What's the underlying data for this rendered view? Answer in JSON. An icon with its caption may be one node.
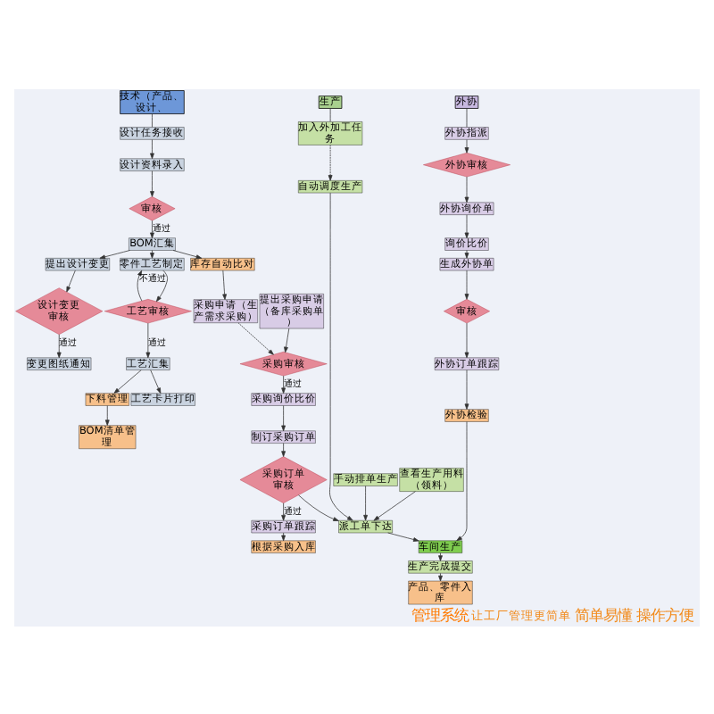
{
  "diagram": {
    "nodes": [
      {
        "text": [
          "技术（产品、设计、"
        ]
      },
      {
        "text": [
          "生产"
        ]
      },
      {
        "text": [
          "外协"
        ]
      },
      {
        "text": [
          "设计任务接收"
        ]
      },
      {
        "text": [
          "设计资料录入"
        ]
      },
      {
        "text": [
          "审核"
        ]
      },
      {
        "text": [
          "BOM汇集"
        ]
      },
      {
        "text": [
          "提出设计变更"
        ]
      },
      {
        "text": [
          "设计变更审核"
        ]
      },
      {
        "text": [
          "变更图纸通知"
        ]
      },
      {
        "text": [
          "零件工艺制定"
        ]
      },
      {
        "text": [
          "工艺审核"
        ]
      },
      {
        "text": [
          "工艺汇集"
        ]
      },
      {
        "text": [
          "工艺卡片打印"
        ]
      },
      {
        "text": [
          "库存自动比对"
        ]
      },
      {
        "text": [
          "采购申请（生产需求采购）"
        ]
      },
      {
        "text": [
          "提出采购申请（备库采购单）"
        ]
      },
      {
        "text": [
          "采购审核"
        ]
      },
      {
        "text": [
          "采购询价比价"
        ]
      },
      {
        "text": [
          "制订采购订单"
        ]
      },
      {
        "text": [
          "采购订单审核"
        ]
      },
      {
        "text": [
          "采购订单跟踪"
        ]
      },
      {
        "text": [
          "根据采购入库"
        ]
      },
      {
        "text": [
          "产品、零件入库"
        ]
      },
      {
        "text": [
          "加入外加工任务"
        ]
      },
      {
        "text": [
          "自动调度生产"
        ]
      },
      {
        "text": [
          "手动排单生产"
        ]
      },
      {
        "text": [
          "查看生产用料（领料）"
        ]
      },
      {
        "text": [
          "派工单下达"
        ]
      },
      {
        "text": [
          "车间生产"
        ]
      },
      {
        "text": [
          "生产完成提交"
        ]
      },
      {
        "text": [
          "外协指派"
        ]
      },
      {
        "text": [
          "外协审核"
        ]
      },
      {
        "text": [
          "外协询价单"
        ]
      },
      {
        "text": [
          "询价比价"
        ]
      },
      {
        "text": [
          "生成外协单"
        ]
      },
      {
        "text": [
          "审核"
        ]
      },
      {
        "text": [
          "外协订单跟踪"
        ]
      },
      {
        "text": [
          "外协检验"
        ]
      },
      {
        "text": [
          "下料管理"
        ]
      },
      {
        "text": [
          "BOM清单管理"
        ]
      }
    ],
    "edges": [
      {
        "from": 0,
        "to": 3,
        "arrow": "none"
      },
      {
        "from": 1,
        "to": 24,
        "arrow": "none"
      },
      {
        "from": 2,
        "to": 31,
        "arrow": "none"
      },
      {
        "from": 3,
        "to": 4,
        "arrow": "to"
      },
      {
        "from": 4,
        "to": 5,
        "arrow": "to"
      },
      {
        "from": 5,
        "to": 6,
        "label": "通过",
        "arrow": "to"
      },
      {
        "from": 6,
        "to": 7,
        "arrow": "to"
      },
      {
        "from": 7,
        "to": 8,
        "arrow": "to"
      },
      {
        "from": 8,
        "to": 9,
        "label": "通过",
        "arrow": "to"
      },
      {
        "from": 6,
        "to": 10,
        "arrow": "to"
      },
      {
        "from": 10,
        "to": 11,
        "arrow": "to"
      },
      {
        "from": 11,
        "to": 12,
        "label": "通过",
        "arrow": "to"
      },
      {
        "from": 11,
        "to": 10,
        "label": "不通过",
        "arrow": "to"
      },
      {
        "from": 12,
        "to": 13,
        "arrow": "to"
      },
      {
        "from": 6,
        "to": 14,
        "arrow": "to"
      },
      {
        "from": 14,
        "to": 15,
        "arrow": "to"
      },
      {
        "from": 16,
        "to": 17,
        "arrow": "to"
      },
      {
        "from": 15,
        "to": 17,
        "arrow": "to",
        "style": "dashed"
      },
      {
        "from": 17,
        "to": 18,
        "label": "通过",
        "arrow": "to"
      },
      {
        "from": 18,
        "to": 19,
        "arrow": "to"
      },
      {
        "from": 19,
        "to": 20,
        "arrow": "to"
      },
      {
        "from": 20,
        "to": 21,
        "label": "通过",
        "arrow": "to"
      },
      {
        "from": 20,
        "to": 28,
        "arrow": "to"
      },
      {
        "from": 21,
        "to": 22,
        "arrow": "to"
      },
      {
        "from": 24,
        "to": 25,
        "arrow": "to",
        "style": "dashed"
      },
      {
        "from": 25,
        "to": 28,
        "arrow": "to"
      },
      {
        "from": 26,
        "to": 28,
        "arrow": "to"
      },
      {
        "from": 27,
        "to": 28,
        "arrow": "to"
      },
      {
        "from": 28,
        "to": 29,
        "arrow": "to"
      },
      {
        "from": 29,
        "to": 30,
        "arrow": "to"
      },
      {
        "from": 30,
        "to": 23,
        "arrow": "to"
      },
      {
        "from": 31,
        "to": 32,
        "arrow": "to"
      },
      {
        "from": 32,
        "to": 33,
        "arrow": "to"
      },
      {
        "from": 33,
        "to": 34,
        "arrow": "to"
      },
      {
        "from": 34,
        "to": 35,
        "arrow": "to"
      },
      {
        "from": 35,
        "to": 36,
        "arrow": "to"
      },
      {
        "from": 36,
        "to": 37,
        "arrow": "to"
      },
      {
        "from": 37,
        "to": 38,
        "arrow": "to"
      },
      {
        "from": 38,
        "to": 29,
        "arrow": "to"
      },
      {
        "from": 12,
        "to": 39,
        "arrow": "to"
      },
      {
        "from": 39,
        "to": 40,
        "arrow": "to"
      }
    ],
    "labels": [
      "管理系统",
      "让工厂管理更简单",
      "简单易懂 操作方便"
    ]
  }
}
